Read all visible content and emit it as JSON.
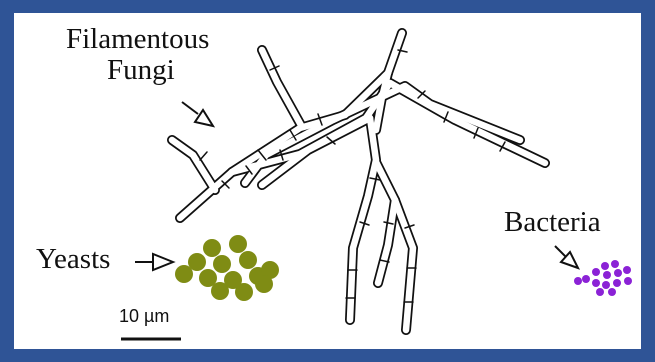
{
  "labels": {
    "fungi_line1": "Filamentous",
    "fungi_line2": "Fungi",
    "yeasts": "Yeasts",
    "bacteria": "Bacteria",
    "scale": "10 µm"
  },
  "colors": {
    "border": "#2f5496",
    "yeast": "#7f8c14",
    "bacteria": "#8b22d6",
    "hyphae_stroke": "#111111"
  },
  "icons": {
    "fungi_arrow": "hollow-arrow-icon",
    "yeast_arrow": "hollow-arrow-icon",
    "bacteria_arrow": "hollow-arrow-icon"
  }
}
